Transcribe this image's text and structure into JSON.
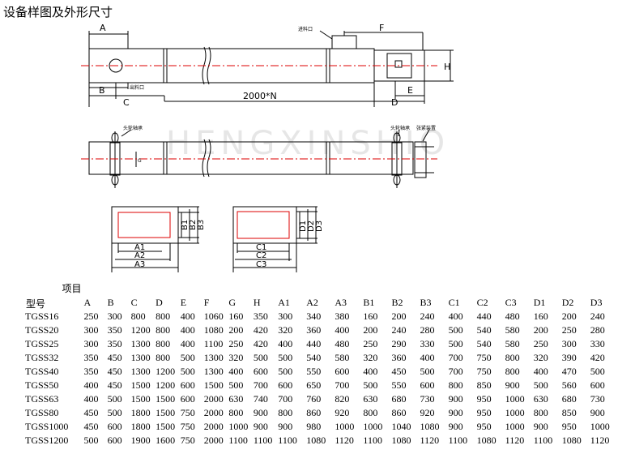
{
  "title": "设备样图及外形尺寸",
  "drawing": {
    "top_labels": {
      "A": "A",
      "F": "F",
      "H": "H",
      "B": "B",
      "C": "C",
      "N": "2000*N",
      "D": "D",
      "E": "E"
    },
    "inlet_label": "进料口",
    "outlet_label": "出料口",
    "head_bearing_label": "头轮轴承",
    "tail_bearing_label": "头轮轴承",
    "tension_label": "张紧装置",
    "G_label": "G",
    "watermark": "HENGXINSHIO",
    "section_left": {
      "A1": "A1",
      "A2": "A2",
      "A3": "A3",
      "B1": "B1",
      "B2": "B2",
      "B3": "B3"
    },
    "section_right": {
      "C1": "C1",
      "C2": "C2",
      "C3": "C3",
      "D1": "D1",
      "D2": "D2",
      "D3": "D3"
    }
  },
  "table": {
    "corner_item": "项目",
    "corner_model": "型号",
    "headers": [
      "A",
      "B",
      "C",
      "D",
      "E",
      "F",
      "G",
      "H",
      "A1",
      "A2",
      "A3",
      "B1",
      "B2",
      "B3",
      "C1",
      "C2",
      "C3",
      "D1",
      "D2",
      "D3"
    ],
    "rows": [
      {
        "model": "TGSS16",
        "values": [
          "250",
          "300",
          "800",
          "800",
          "400",
          "1060",
          "160",
          "350",
          "300",
          "340",
          "380",
          "160",
          "200",
          "240",
          "400",
          "440",
          "480",
          "160",
          "200",
          "240"
        ]
      },
      {
        "model": "TGSS20",
        "values": [
          "300",
          "350",
          "1200",
          "800",
          "400",
          "1080",
          "200",
          "420",
          "320",
          "360",
          "400",
          "200",
          "240",
          "280",
          "500",
          "540",
          "580",
          "200",
          "250",
          "280"
        ]
      },
      {
        "model": "TGSS25",
        "values": [
          "300",
          "350",
          "1300",
          "800",
          "400",
          "1100",
          "250",
          "420",
          "400",
          "440",
          "480",
          "250",
          "290",
          "330",
          "500",
          "540",
          "580",
          "250",
          "300",
          "330"
        ]
      },
      {
        "model": "TGSS32",
        "values": [
          "350",
          "450",
          "1300",
          "800",
          "500",
          "1300",
          "320",
          "500",
          "500",
          "540",
          "580",
          "320",
          "360",
          "400",
          "700",
          "750",
          "800",
          "320",
          "390",
          "420"
        ]
      },
      {
        "model": "TGSS40",
        "values": [
          "350",
          "450",
          "1300",
          "1200",
          "500",
          "1300",
          "400",
          "600",
          "500",
          "550",
          "600",
          "400",
          "450",
          "500",
          "700",
          "750",
          "800",
          "400",
          "470",
          "500"
        ]
      },
      {
        "model": "TGSS50",
        "values": [
          "400",
          "450",
          "1500",
          "1200",
          "600",
          "1500",
          "500",
          "700",
          "600",
          "650",
          "700",
          "500",
          "550",
          "600",
          "800",
          "850",
          "900",
          "500",
          "560",
          "600"
        ]
      },
      {
        "model": "TGSS63",
        "values": [
          "400",
          "500",
          "1500",
          "1500",
          "600",
          "2000",
          "630",
          "740",
          "700",
          "760",
          "820",
          "630",
          "680",
          "730",
          "900",
          "950",
          "1000",
          "630",
          "680",
          "730"
        ]
      },
      {
        "model": "TGSS80",
        "values": [
          "450",
          "500",
          "1800",
          "1500",
          "750",
          "2000",
          "800",
          "900",
          "800",
          "860",
          "920",
          "800",
          "860",
          "920",
          "900",
          "950",
          "1000",
          "800",
          "850",
          "900"
        ]
      },
      {
        "model": "TGSS1000",
        "values": [
          "450",
          "600",
          "1800",
          "1500",
          "750",
          "2000",
          "1000",
          "900",
          "900",
          "980",
          "1000",
          "1000",
          "1040",
          "1080",
          "900",
          "950",
          "1000",
          "900",
          "950",
          "1000"
        ]
      },
      {
        "model": "TGSS1200",
        "values": [
          "500",
          "600",
          "1900",
          "1600",
          "750",
          "2000",
          "1100",
          "1100",
          "1100",
          "1080",
          "1120",
          "1100",
          "1080",
          "1120",
          "1100",
          "1080",
          "1120",
          "1100",
          "1080",
          "1120"
        ]
      }
    ]
  }
}
